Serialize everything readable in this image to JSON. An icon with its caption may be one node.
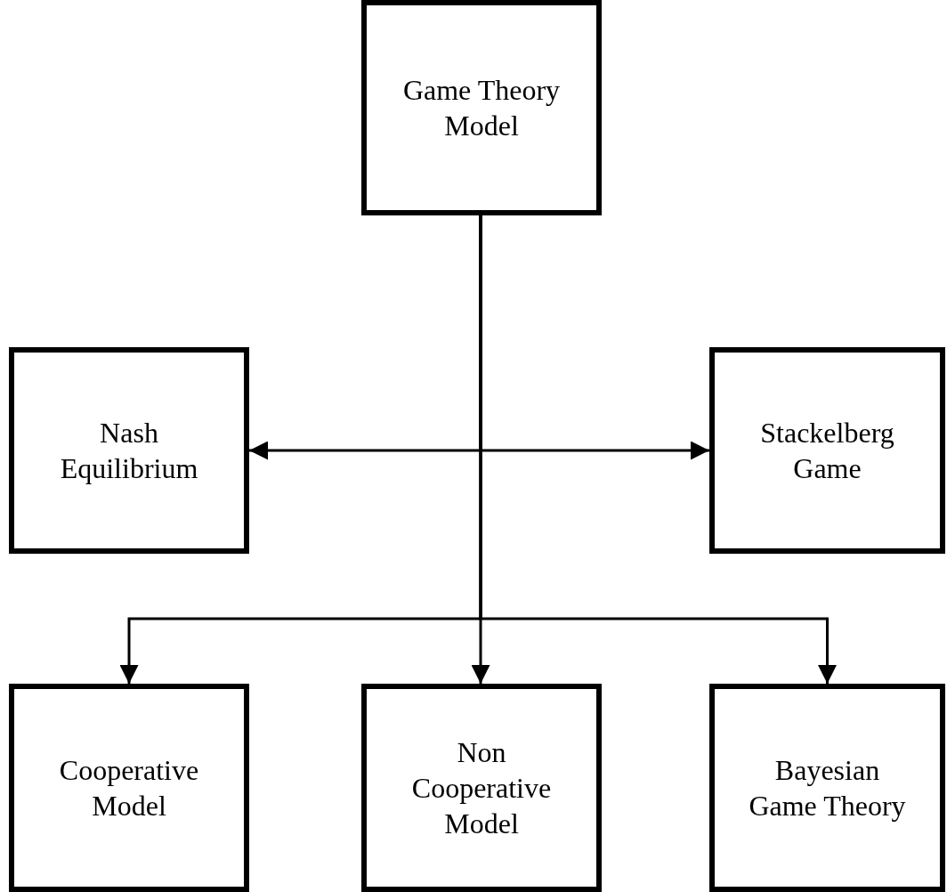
{
  "diagram": {
    "nodes": [
      {
        "text": [
          "Game Theory Model"
        ]
      },
      {
        "text": [
          "Nash Equilibrium"
        ]
      },
      {
        "text": [
          "Stackelberg Game"
        ]
      },
      {
        "text": [
          "Cooperative Model"
        ]
      },
      {
        "text": [
          "Non Cooperative Model"
        ]
      },
      {
        "text": [
          "Bayesian Game Theory"
        ]
      }
    ],
    "edges": [
      {
        "from": 0,
        "to": 1,
        "arrow": "to"
      },
      {
        "from": 0,
        "to": 2,
        "arrow": "to"
      },
      {
        "from": 0,
        "to": 3,
        "arrow": "to"
      },
      {
        "from": 0,
        "to": 4,
        "arrow": "to"
      },
      {
        "from": 0,
        "to": 5,
        "arrow": "to"
      }
    ]
  }
}
